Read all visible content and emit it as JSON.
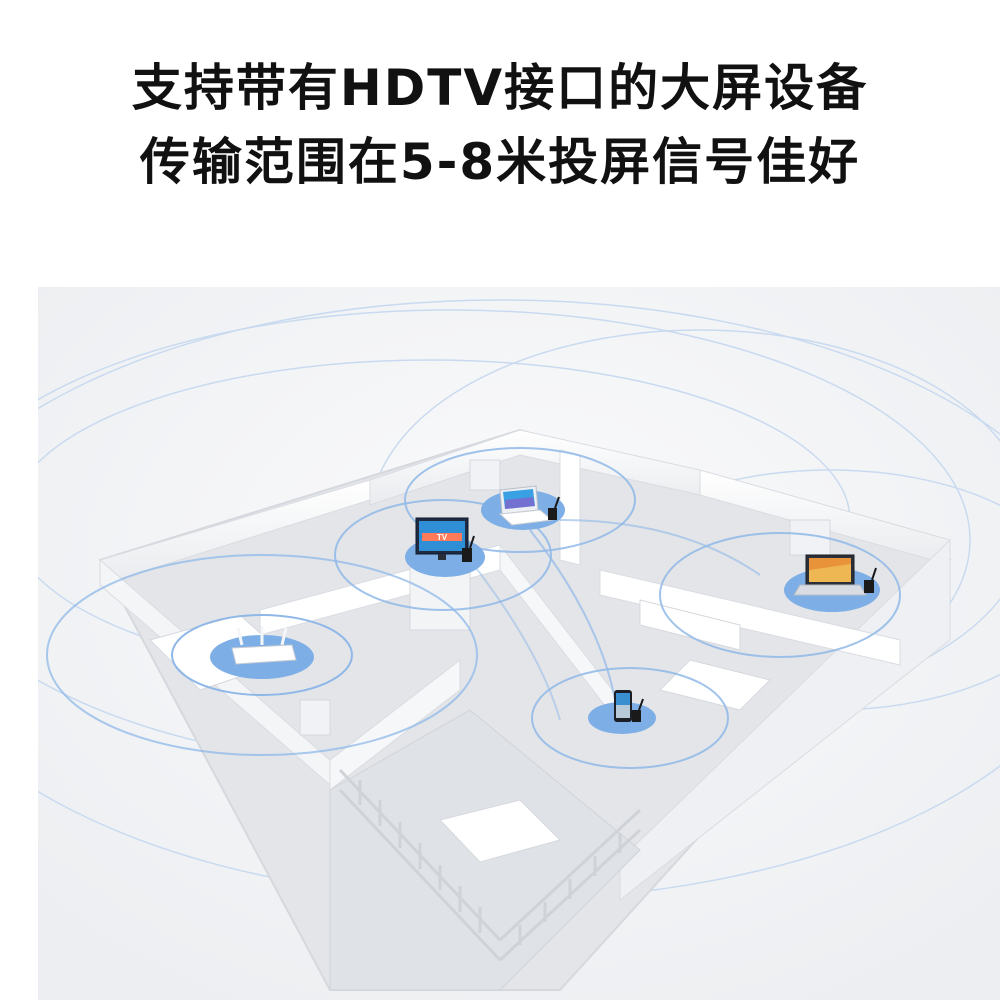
{
  "headline": {
    "line1": "支持带有HDTV接口的大屏设备",
    "line2": "传输范围在5-8米投屏信号佳好"
  },
  "illustration": {
    "devices": [
      {
        "icon": "router-icon"
      },
      {
        "icon": "tv-icon"
      },
      {
        "icon": "tablet-icon"
      },
      {
        "icon": "laptop-icon"
      },
      {
        "icon": "smartphone-icon"
      }
    ],
    "tv_screen_text": "TV",
    "colors": {
      "signal_ring": "#8fb8e8",
      "signal_disc": "#7eaee6",
      "wall": "#ffffff",
      "floor": "#e4e6ea",
      "background": "#f2f3f5"
    }
  }
}
